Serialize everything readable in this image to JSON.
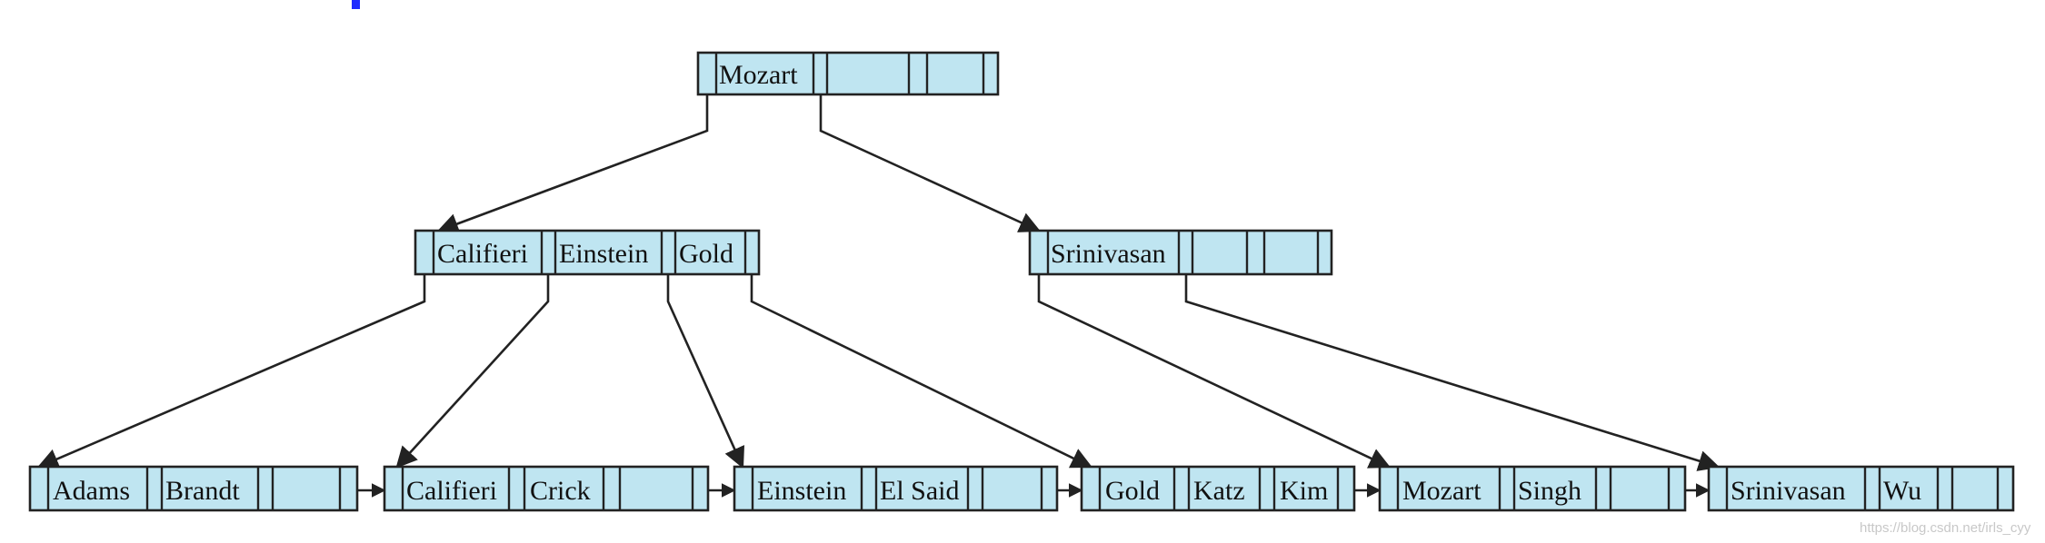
{
  "accent_color": "#1f2bff",
  "node_fill": "#bfe5f1",
  "root": {
    "keys": [
      "Mozart",
      "",
      ""
    ]
  },
  "internal": [
    {
      "keys": [
        "Califieri",
        "Einstein",
        "Gold"
      ]
    },
    {
      "keys": [
        "Srinivasan",
        "",
        ""
      ]
    }
  ],
  "leaves": [
    {
      "keys": [
        "Adams",
        "Brandt",
        ""
      ]
    },
    {
      "keys": [
        "Califieri",
        "Crick",
        ""
      ]
    },
    {
      "keys": [
        "Einstein",
        "El Said",
        ""
      ]
    },
    {
      "keys": [
        "Gold",
        "Katz",
        "Kim"
      ]
    },
    {
      "keys": [
        "Mozart",
        "Singh",
        ""
      ]
    },
    {
      "keys": [
        "Srinivasan",
        "Wu",
        ""
      ]
    }
  ],
  "watermark": "https://blog.csdn.net/irls_cyy"
}
